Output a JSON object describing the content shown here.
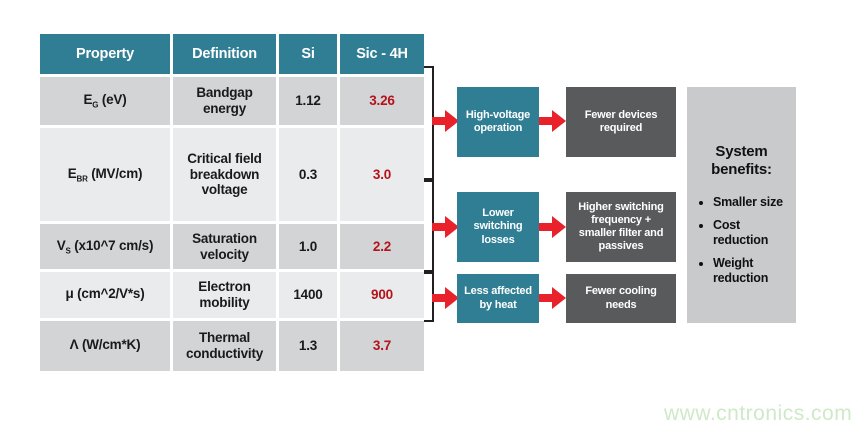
{
  "colors": {
    "teal": "#2f7e94",
    "dark_gray": "#595a5c",
    "benefits_gray": "#c9cacc",
    "row_dark": "#d2d4d6",
    "row_light": "#e9ebed",
    "arrow_red": "#e8212b",
    "value_red": "#b5121b",
    "bracket": "#231f20",
    "watermark_green": "#cfe9c8"
  },
  "table": {
    "headers": {
      "property": "Property",
      "definition": "Definition",
      "si": "Si",
      "sic": "Sic - 4H"
    },
    "rows": [
      {
        "property": {
          "pre": "E",
          "sub": "G",
          "post": " (eV)"
        },
        "definition": "Bandgap energy",
        "si": "1.12",
        "sic": "3.26"
      },
      {
        "property": {
          "pre": "E",
          "sub": "BR",
          "post": " (MV/cm)"
        },
        "definition": "Critical field breakdown voltage",
        "si": "0.3",
        "sic": "3.0"
      },
      {
        "property": {
          "pre": "V",
          "sub": "S",
          "post": " (x10^7 cm/s)"
        },
        "definition": "Saturation velocity",
        "si": "1.0",
        "sic": "2.2"
      },
      {
        "property": {
          "pre": "μ",
          "sub": "",
          "post": " (cm^2/V*s)"
        },
        "definition": "Electron mobility",
        "si": "1400",
        "sic": "900"
      },
      {
        "property": {
          "pre": "Λ",
          "sub": "",
          "post": " (W/cm*K)"
        },
        "definition": "Thermal conductivity",
        "si": "1.3",
        "sic": "3.7"
      }
    ]
  },
  "flow": {
    "rows": [
      {
        "cause": "High-voltage operation",
        "effect": "Fewer devices required"
      },
      {
        "cause": "Lower switching losses",
        "effect": "Higher switching frequency + smaller filter and passives"
      },
      {
        "cause": "Less affected by heat",
        "effect": "Fewer cooling needs"
      }
    ]
  },
  "benefits": {
    "title": "System benefits:",
    "items": [
      "Smaller size",
      "Cost reduction",
      "Weight reduction"
    ]
  },
  "watermark": "www.cntronics.com"
}
